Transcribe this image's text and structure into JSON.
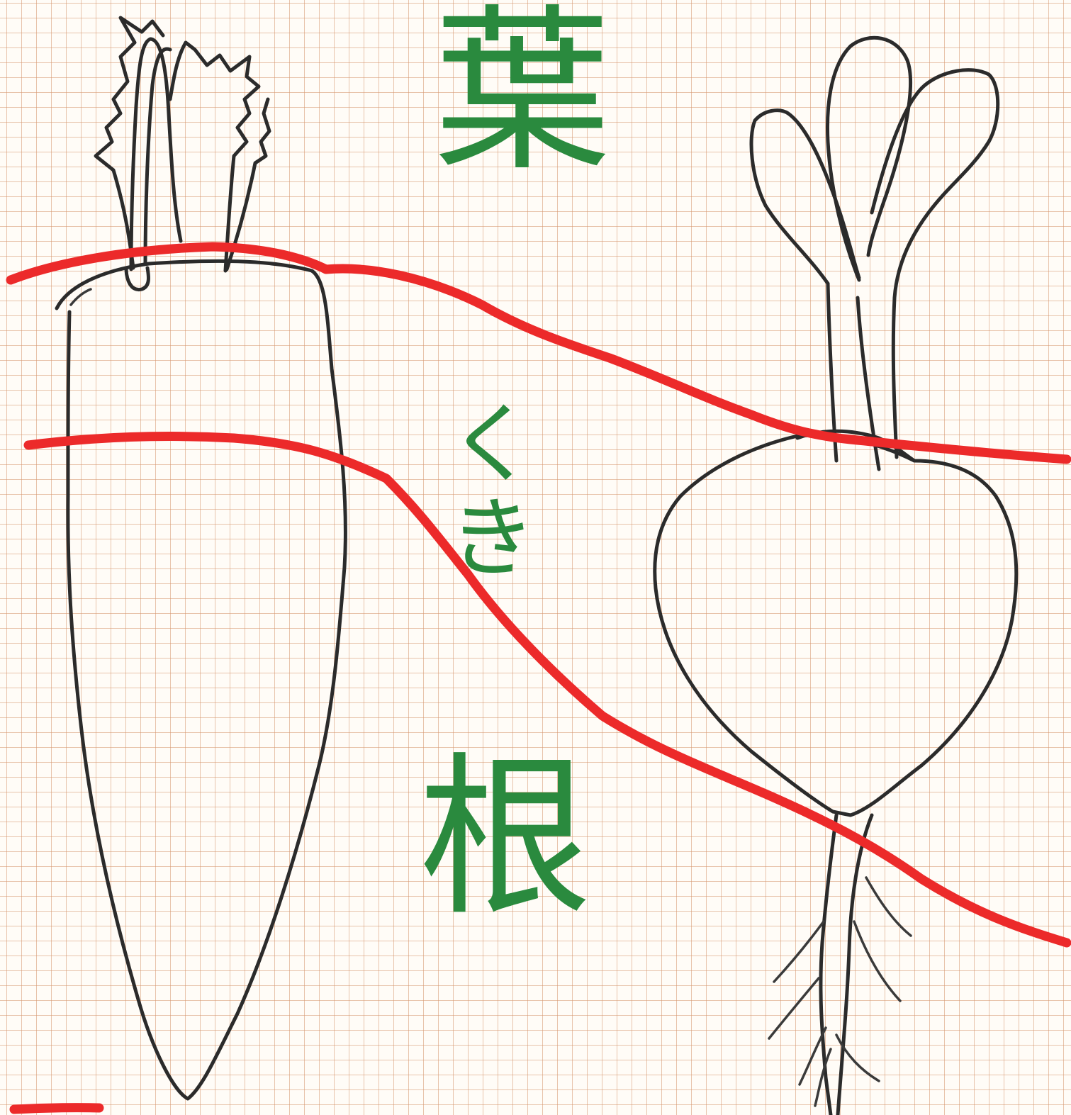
{
  "labels": {
    "leaf": "葉",
    "stem": "くき",
    "root": "根"
  },
  "colors": {
    "grid": "#d6966e",
    "boundary_line": "#ec2a2a",
    "label_text": "#2a8a3e",
    "ink": "#2b2b2b",
    "paper": "#fffcf7"
  }
}
